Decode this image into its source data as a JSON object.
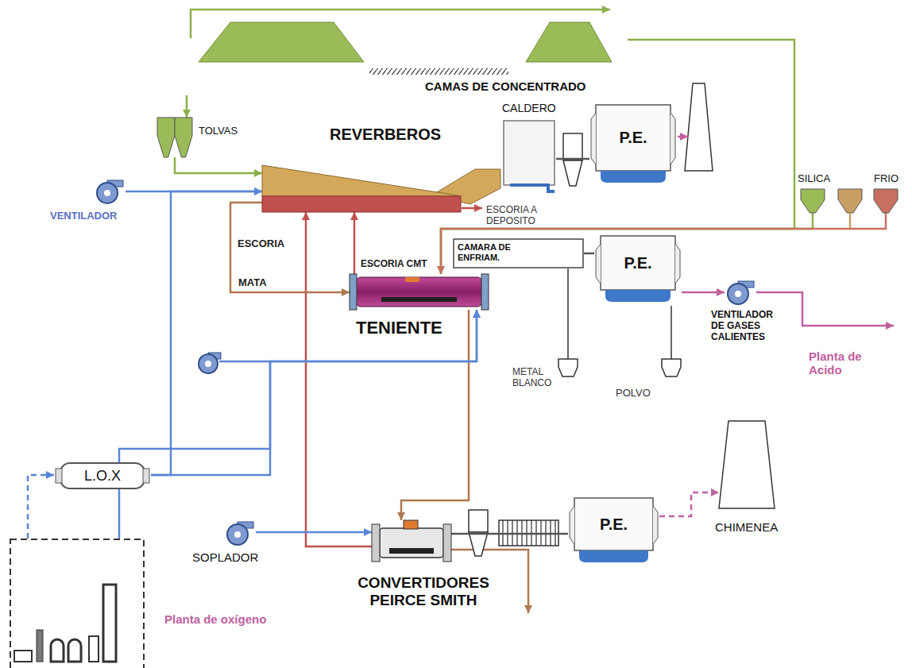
{
  "diagram": {
    "nodes": [
      {
        "text": [
          "CAMAS DE CONCENTRADO"
        ]
      },
      {
        "text": [
          "TOLVAS"
        ]
      },
      {
        "text": [
          "REVERBEROS"
        ]
      },
      {
        "text": [
          "CALDERO"
        ]
      },
      {
        "text": [
          "P.E."
        ]
      },
      {
        "text": [
          "SILICA"
        ]
      },
      {
        "text": [
          "FRIO"
        ]
      },
      {
        "text": [
          "VENTILADOR"
        ]
      },
      {
        "text": [
          "CAMARA DE ENFRIAM."
        ]
      },
      {
        "text": [
          "TENIENTE"
        ]
      },
      {
        "text": [
          "P.E."
        ]
      },
      {
        "text": [
          "VENTILADOR DE GASES CALIENTES"
        ]
      },
      {
        "text": [
          "L.O.X"
        ]
      },
      {
        "text": [
          "SOPLADOR"
        ]
      },
      {
        "text": [
          "CONVERTIDORES PEIRCE SMITH"
        ]
      },
      {
        "text": [
          "P.E."
        ]
      },
      {
        "text": [
          "CHIMENEA"
        ]
      },
      {
        "text": [
          "Planta de oxígeno"
        ]
      }
    ],
    "edges": [
      {
        "from": 0,
        "to": 1,
        "arrow": "to"
      },
      {
        "from": 1,
        "to": 2,
        "arrow": "to"
      },
      {
        "from": 7,
        "to": 2,
        "arrow": "to"
      },
      {
        "from": 3,
        "to": 4,
        "arrow": "none"
      },
      {
        "from": 0,
        "to": 9,
        "arrow": "to"
      },
      {
        "from": 5,
        "to": 9,
        "arrow": "to"
      },
      {
        "from": 6,
        "to": 9,
        "arrow": "to"
      },
      {
        "from": 9,
        "to": 2,
        "label": "ESCORIA CMT",
        "arrow": "to"
      },
      {
        "from": 14,
        "to": 2,
        "label": "ESCORIA",
        "arrow": "to"
      },
      {
        "from": 2,
        "to": 9,
        "label": "MATA",
        "arrow": "to"
      },
      {
        "from": 9,
        "to": 14,
        "arrow": "to"
      },
      {
        "from": 8,
        "to": 10,
        "arrow": "none"
      },
      {
        "from": 10,
        "to": 11,
        "arrow": "to"
      },
      {
        "from": 12,
        "to": 2,
        "arrow": "to"
      },
      {
        "from": 12,
        "to": 9,
        "arrow": "to"
      },
      {
        "from": 17,
        "to": 12,
        "arrow": "to"
      },
      {
        "from": 17,
        "to": 9,
        "arrow": "to"
      },
      {
        "from": 13,
        "to": 14,
        "arrow": "to"
      },
      {
        "from": 14,
        "to": 15,
        "arrow": "none"
      },
      {
        "from": 15,
        "to": 16,
        "arrow": "to"
      }
    ],
    "labels": [
      "ESCORIA A DEPOSITO",
      "METAL BLANCO",
      "POLVO",
      "Planta de Acido"
    ]
  }
}
